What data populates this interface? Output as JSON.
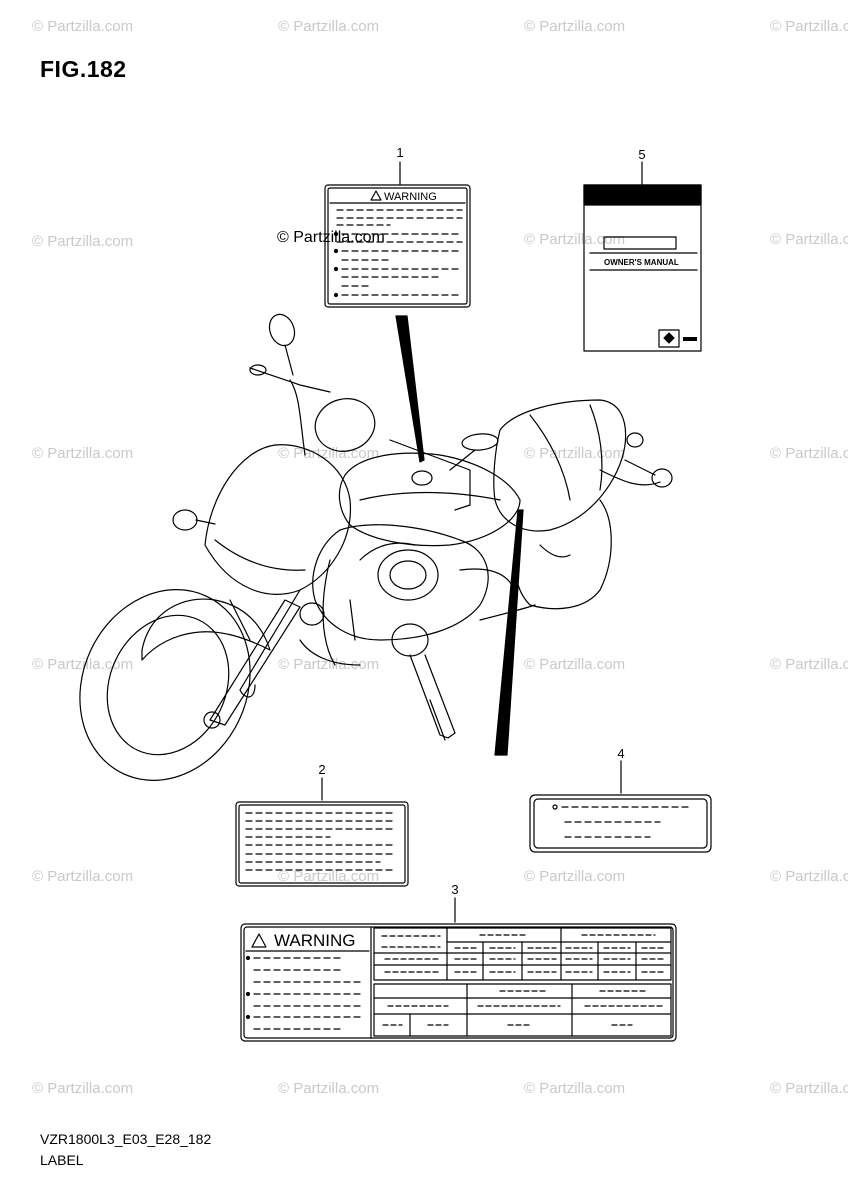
{
  "figure": {
    "title": "FIG.182",
    "code": "VZR1800L3_E03_E28_182",
    "caption": "LABEL"
  },
  "watermark": {
    "text": "© Partzilla.com",
    "overlay_text": "© Partzilla.com"
  },
  "callouts": [
    "1",
    "2",
    "3",
    "4",
    "5"
  ],
  "labels": {
    "label1": {
      "heading": "WARNING"
    },
    "label3": {
      "heading": "WARNING"
    },
    "label5": {
      "heading": "OWNER'S MANUAL"
    }
  },
  "colors": {
    "line": "#000000",
    "watermark": "#c9c9c9",
    "background": "#ffffff"
  }
}
